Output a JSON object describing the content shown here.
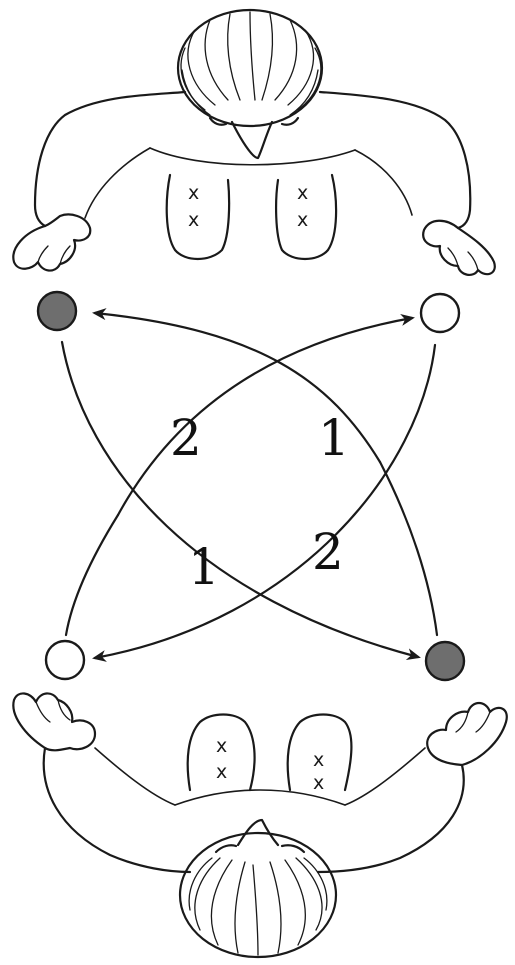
{
  "colors": {
    "ink": "#1a1a1a",
    "ball_shaded": "#6e6e6e",
    "ball_empty": "#ffffff",
    "background": "#ffffff"
  },
  "route_labels": {
    "route_1_upper": "1",
    "route_1_lower": "1",
    "route_2_upper": "2",
    "route_2_lower": "2"
  },
  "foot_marks": {
    "top_left": [
      "x",
      "x"
    ],
    "top_right": [
      "x",
      "x"
    ],
    "bottom_left": [
      "x",
      "x"
    ],
    "bottom_right": [
      "x",
      "x"
    ]
  }
}
